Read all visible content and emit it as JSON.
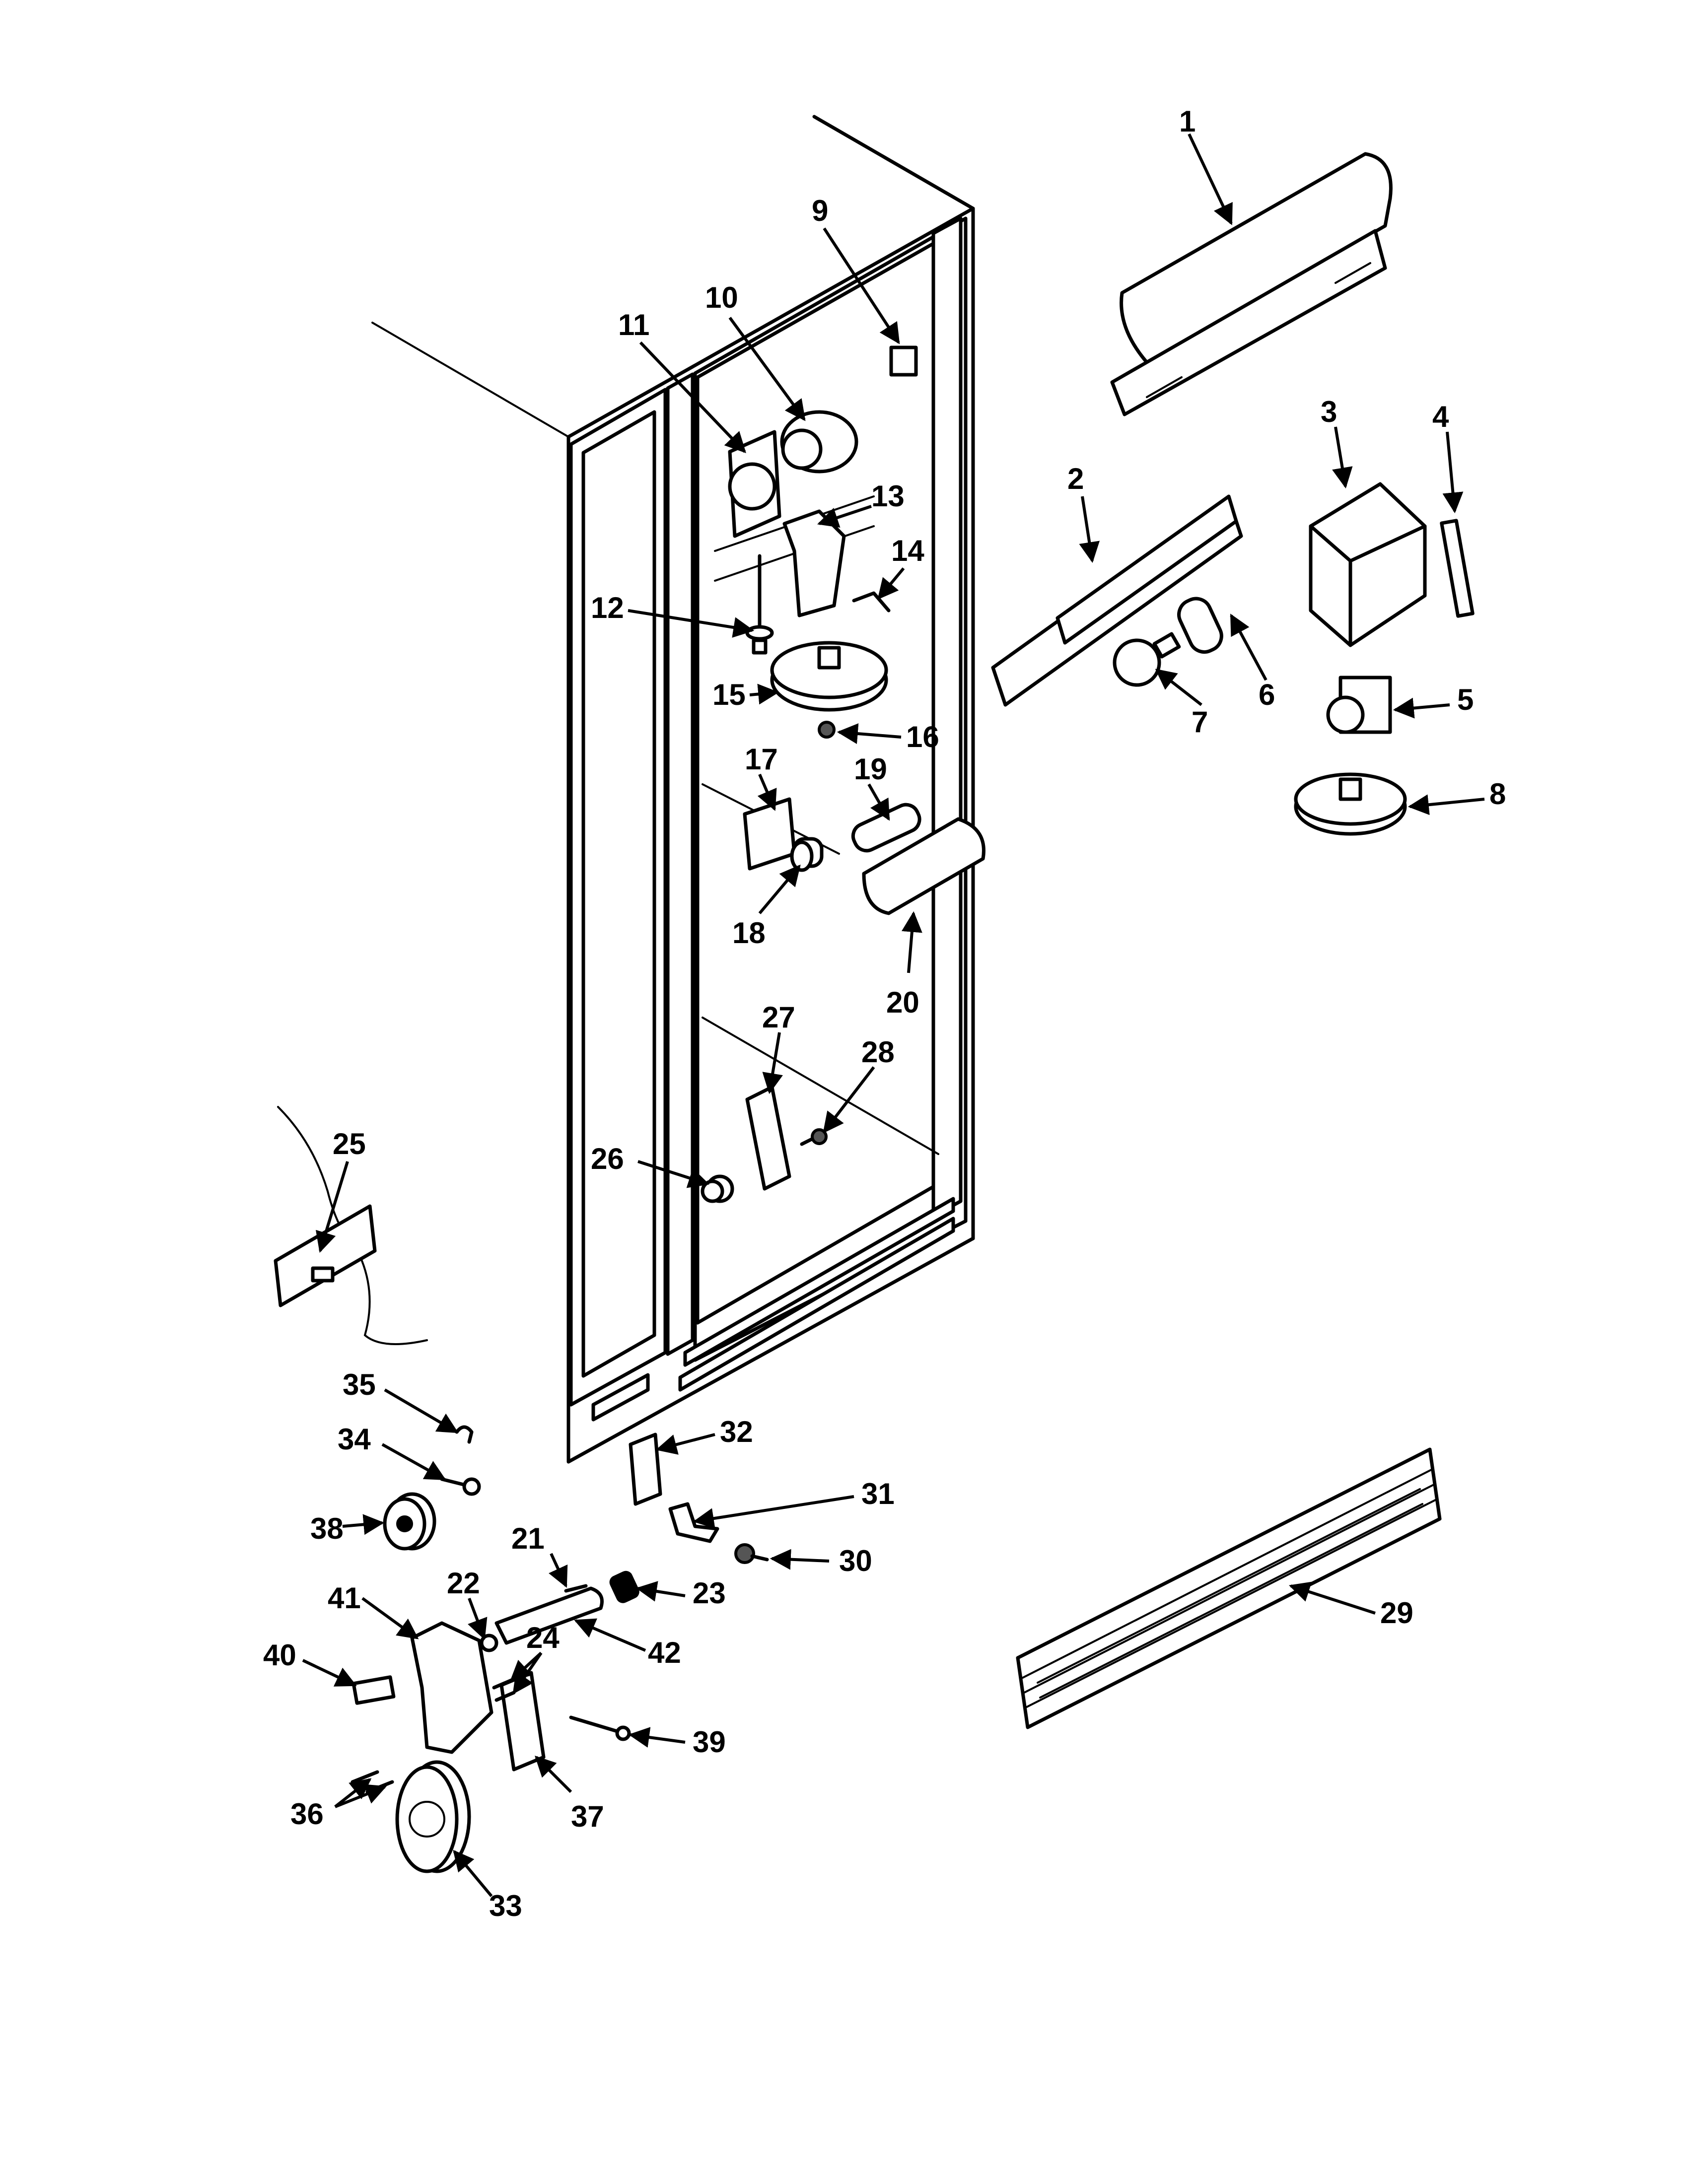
{
  "diagram": {
    "callouts": [
      {
        "id": "1",
        "label": "1"
      },
      {
        "id": "2",
        "label": "2"
      },
      {
        "id": "3",
        "label": "3"
      },
      {
        "id": "4",
        "label": "4"
      },
      {
        "id": "5",
        "label": "5"
      },
      {
        "id": "6",
        "label": "6"
      },
      {
        "id": "7",
        "label": "7"
      },
      {
        "id": "8",
        "label": "8"
      },
      {
        "id": "9",
        "label": "9"
      },
      {
        "id": "10",
        "label": "10"
      },
      {
        "id": "11",
        "label": "11"
      },
      {
        "id": "12",
        "label": "12"
      },
      {
        "id": "13",
        "label": "13"
      },
      {
        "id": "14",
        "label": "14"
      },
      {
        "id": "15",
        "label": "15"
      },
      {
        "id": "16",
        "label": "16"
      },
      {
        "id": "17",
        "label": "17"
      },
      {
        "id": "18",
        "label": "18"
      },
      {
        "id": "19",
        "label": "19"
      },
      {
        "id": "20",
        "label": "20"
      },
      {
        "id": "21",
        "label": "21"
      },
      {
        "id": "22",
        "label": "22"
      },
      {
        "id": "23",
        "label": "23"
      },
      {
        "id": "24",
        "label": "24"
      },
      {
        "id": "25",
        "label": "25"
      },
      {
        "id": "26",
        "label": "26"
      },
      {
        "id": "27",
        "label": "27"
      },
      {
        "id": "28",
        "label": "28"
      },
      {
        "id": "29",
        "label": "29"
      },
      {
        "id": "30",
        "label": "30"
      },
      {
        "id": "31",
        "label": "31"
      },
      {
        "id": "32",
        "label": "32"
      },
      {
        "id": "33",
        "label": "33"
      },
      {
        "id": "34",
        "label": "34"
      },
      {
        "id": "35",
        "label": "35"
      },
      {
        "id": "36",
        "label": "36"
      },
      {
        "id": "37",
        "label": "37"
      },
      {
        "id": "38",
        "label": "38"
      },
      {
        "id": "39",
        "label": "39"
      },
      {
        "id": "40",
        "label": "40"
      },
      {
        "id": "41",
        "label": "41"
      },
      {
        "id": "42",
        "label": "42"
      }
    ]
  }
}
